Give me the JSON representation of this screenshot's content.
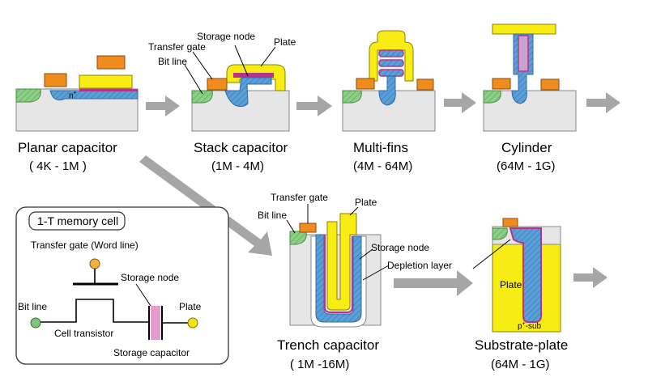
{
  "colors": {
    "substrate": "#e6e6e6",
    "gate": "#f08c1e",
    "plate": "#f7ec14",
    "storage_node": "#5a9fd6",
    "dielectric": "#b7328c",
    "diffusion": "#7fc47a",
    "arrow": "#a6a6a6",
    "cell_capacitor": "#e59ad0"
  },
  "captions": {
    "planar": {
      "title": "Planar capacitor",
      "range": "( 4K - 1M )"
    },
    "stack": {
      "title": "Stack capacitor",
      "range": "(1M - 4M)"
    },
    "multifins": {
      "title": "Multi-fins",
      "range": "(4M - 64M)"
    },
    "cylinder": {
      "title": "Cylinder",
      "range": "(64M - 1G)"
    },
    "trench": {
      "title": "Trench capacitor",
      "range": "( 1M -16M)"
    },
    "substrate_plate": {
      "title": "Substrate-plate",
      "range": "(64M - 1G)"
    }
  },
  "labels": {
    "n_plus": "n",
    "n_plus_sup": "+",
    "stack_storage_node": "Storage node",
    "stack_plate": "Plate",
    "stack_transfer_gate": "Transfer gate",
    "stack_bit_line": "Bit line",
    "trench_transfer_gate": "Transfer gate",
    "trench_plate": "Plate",
    "trench_bit_line": "Bit line",
    "trench_storage_node": "Storage node",
    "trench_depletion_layer": "Depletion layer",
    "subplate_plate": "Plate",
    "subplate_p": "p",
    "subplate_p_sup": "+",
    "subplate_p_rest": "-sub"
  },
  "memory_cell": {
    "title": "1-T memory cell",
    "transfer_gate": "Transfer gate (Word line)",
    "storage_node": "Storage node",
    "bit_line": "Bit line",
    "plate": "Plate",
    "cell_transistor": "Cell transistor",
    "storage_capacitor": "Storage capacitor"
  }
}
